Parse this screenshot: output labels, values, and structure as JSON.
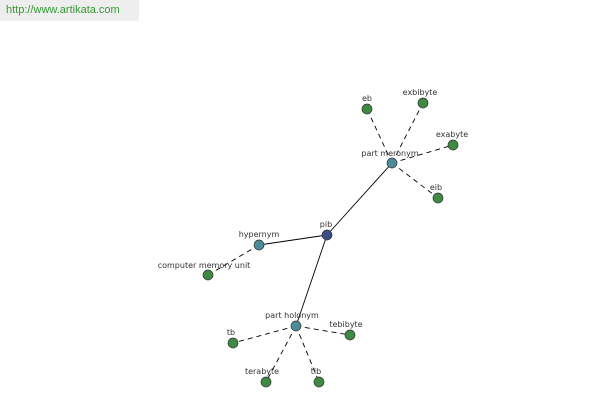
{
  "site": {
    "url_label": "http://www.artikata.com"
  },
  "colors": {
    "root_node": "#3a4d86",
    "relation_node": "#4a8c98",
    "term_node": "#3e8a44",
    "node_stroke": "#333333",
    "edge": "#000000",
    "link_text": "#339933",
    "banner": "#eeeeee"
  },
  "graph": {
    "root": {
      "id": "pib",
      "label": "pib"
    },
    "relations": [
      {
        "id": "part-meronym",
        "label": "part meronym",
        "terms": [
          {
            "id": "eb",
            "label": "eb"
          },
          {
            "id": "exbibyte",
            "label": "exbibyte"
          },
          {
            "id": "exabyte",
            "label": "exabyte"
          },
          {
            "id": "eib",
            "label": "eib"
          }
        ]
      },
      {
        "id": "hypernym",
        "label": "hypernym",
        "terms": [
          {
            "id": "computer-memory-unit",
            "label": "computer memory unit"
          }
        ]
      },
      {
        "id": "part-holonym",
        "label": "part holonym",
        "terms": [
          {
            "id": "tb",
            "label": "tb"
          },
          {
            "id": "tebibyte",
            "label": "tebibyte"
          },
          {
            "id": "terabyte",
            "label": "terabyte"
          },
          {
            "id": "tib",
            "label": "tib"
          }
        ]
      }
    ]
  }
}
